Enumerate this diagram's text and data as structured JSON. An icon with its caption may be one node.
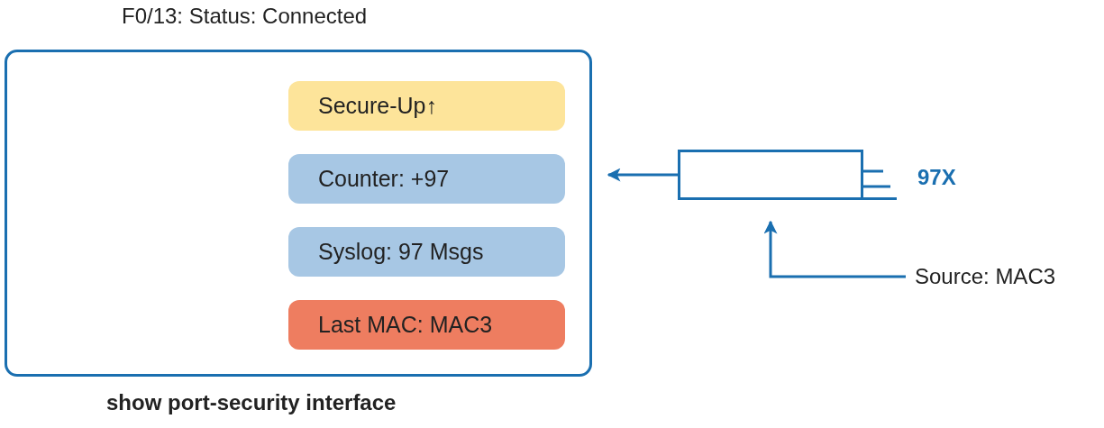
{
  "diagram": {
    "nodes": [
      {
        "text": [
          "F0/13: Status: Connected"
        ],
        "beside": [
          "show port-security interface"
        ]
      },
      {
        "text": [
          "Secure-Up↑"
        ],
        "in": 0
      },
      {
        "text": [
          "Counter: +97"
        ],
        "in": 0
      },
      {
        "text": [
          "Syslog: 97 Msgs"
        ],
        "in": 0
      },
      {
        "text": [
          "Last MAC: MAC3"
        ],
        "in": 0
      },
      {
        "text": [],
        "shape": "box",
        "beside": [
          "97X"
        ]
      },
      {
        "text": [
          "Source: MAC3"
        ]
      }
    ],
    "edges": [
      {
        "from": 5,
        "to": 0,
        "arrow": "to"
      },
      {
        "from": 6,
        "to": 5,
        "arrow": "to"
      }
    ]
  }
}
